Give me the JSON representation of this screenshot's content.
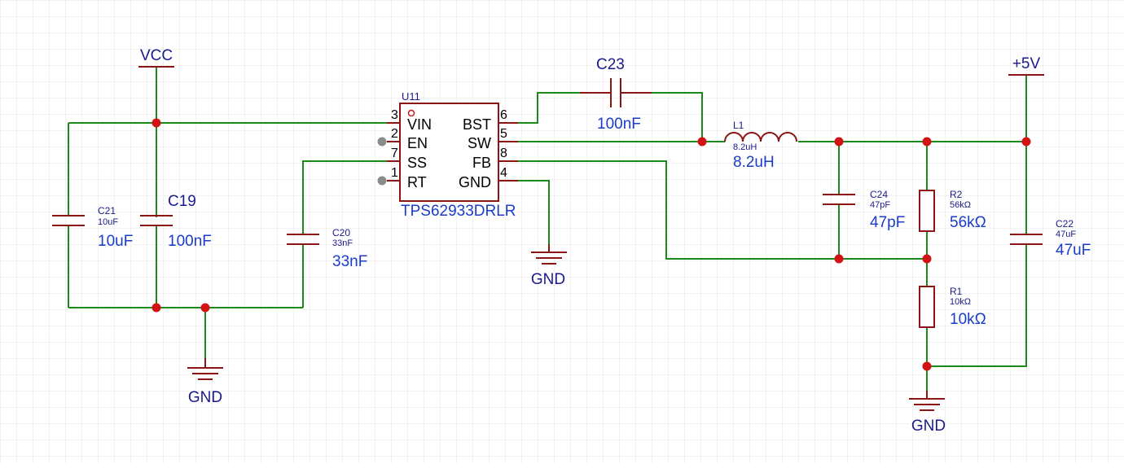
{
  "schematic": {
    "nets": {
      "vcc": "VCC",
      "plus5v": "+5V",
      "gnd": "GND"
    },
    "ic": {
      "designator": "U11",
      "part": "TPS62933DRLR",
      "pins": [
        {
          "num": "3",
          "name": "VIN"
        },
        {
          "num": "2",
          "name": "EN"
        },
        {
          "num": "7",
          "name": "SS"
        },
        {
          "num": "1",
          "name": "RT"
        },
        {
          "num": "6",
          "name": "BST"
        },
        {
          "num": "5",
          "name": "SW"
        },
        {
          "num": "8",
          "name": "FB"
        },
        {
          "num": "4",
          "name": "GND"
        }
      ]
    },
    "components": {
      "c21": {
        "designator": "C21",
        "small_value": "10uF",
        "value": "10uF"
      },
      "c19": {
        "designator": "C19",
        "value": "100nF"
      },
      "c20": {
        "designator": "C20",
        "small_value": "33nF",
        "value": "33nF"
      },
      "c23": {
        "designator": "C23",
        "value": "100nF"
      },
      "l1": {
        "designator": "L1",
        "small_value": "8.2uH",
        "value": "8.2uH"
      },
      "c24": {
        "designator": "C24",
        "small_value": "47pF",
        "value": "47pF"
      },
      "r2": {
        "designator": "R2",
        "small_value": "56kΩ",
        "value": "56kΩ"
      },
      "r1": {
        "designator": "R1",
        "small_value": "10kΩ",
        "value": "10kΩ"
      },
      "c22": {
        "designator": "C22",
        "small_value": "47uF",
        "value": "47uF"
      }
    },
    "colors": {
      "wire": "#1b8a1b",
      "component": "#8b1515",
      "junction": "#d11313",
      "net_label": "#1a1a8c",
      "value_text": "#1a3cc8",
      "grid": "#e6e6e6"
    }
  }
}
